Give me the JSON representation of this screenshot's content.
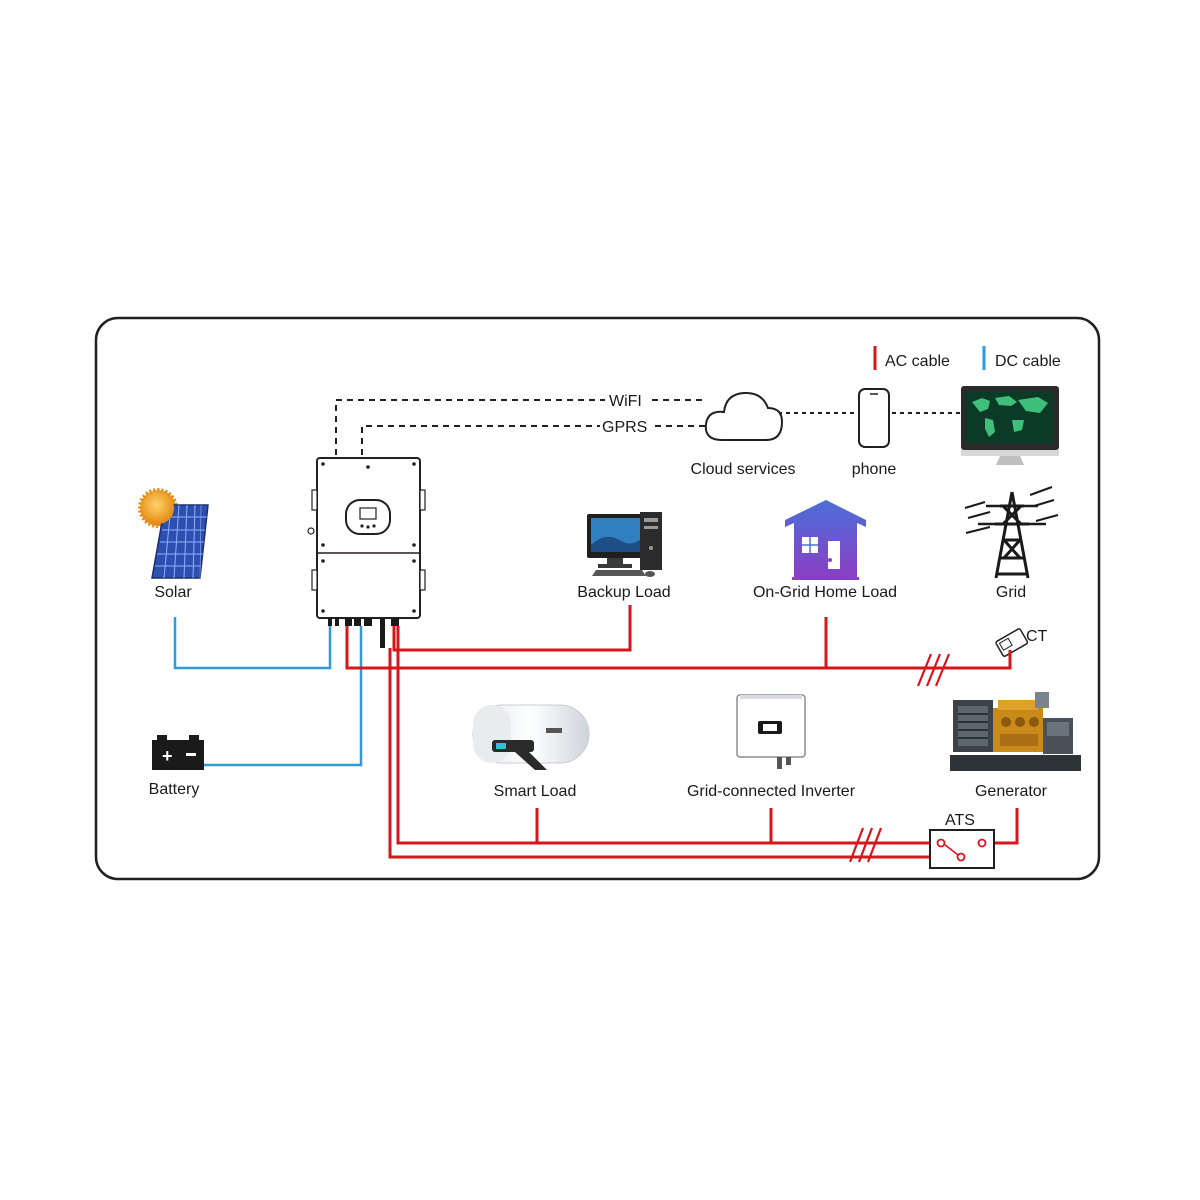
{
  "legend": {
    "ac_label": "AC cable",
    "dc_label": "DC cable",
    "ac_color": "#d9151c",
    "dc_color": "#2e9ad6"
  },
  "links": {
    "wifi_label": "WiFI",
    "gprs_label": "GPRS"
  },
  "nodes": {
    "cloud": {
      "label": "Cloud services",
      "icon": "cloud-icon"
    },
    "phone": {
      "label": "phone",
      "icon": "phone-icon"
    },
    "monitor": {
      "icon": "monitor-icon"
    },
    "solar": {
      "label": "Solar",
      "icon": "solar-panel-icon"
    },
    "battery": {
      "label": "Battery",
      "icon": "battery-icon"
    },
    "inverter": {
      "icon": "hybrid-inverter-icon"
    },
    "backup_load": {
      "label": "Backup Load",
      "icon": "desktop-computer-icon"
    },
    "home_load": {
      "label": "On-Grid Home Load",
      "icon": "house-icon"
    },
    "grid": {
      "label": "Grid",
      "icon": "power-tower-icon"
    },
    "ct": {
      "label": "CT",
      "icon": "ct-clamp-icon"
    },
    "smart_load": {
      "label": "Smart Load",
      "icon": "water-heater-icon"
    },
    "grid_inverter": {
      "label": "Grid-connected Inverter",
      "icon": "string-inverter-icon"
    },
    "generator": {
      "label": "Generator",
      "icon": "generator-icon"
    },
    "ats": {
      "label": "ATS"
    }
  },
  "colors": {
    "frame": "#231f20",
    "house_top": "#4b6fd8",
    "house_bottom": "#8a3fc4",
    "panel_blue": "#2c4fb0",
    "sun": "#f5a623"
  }
}
